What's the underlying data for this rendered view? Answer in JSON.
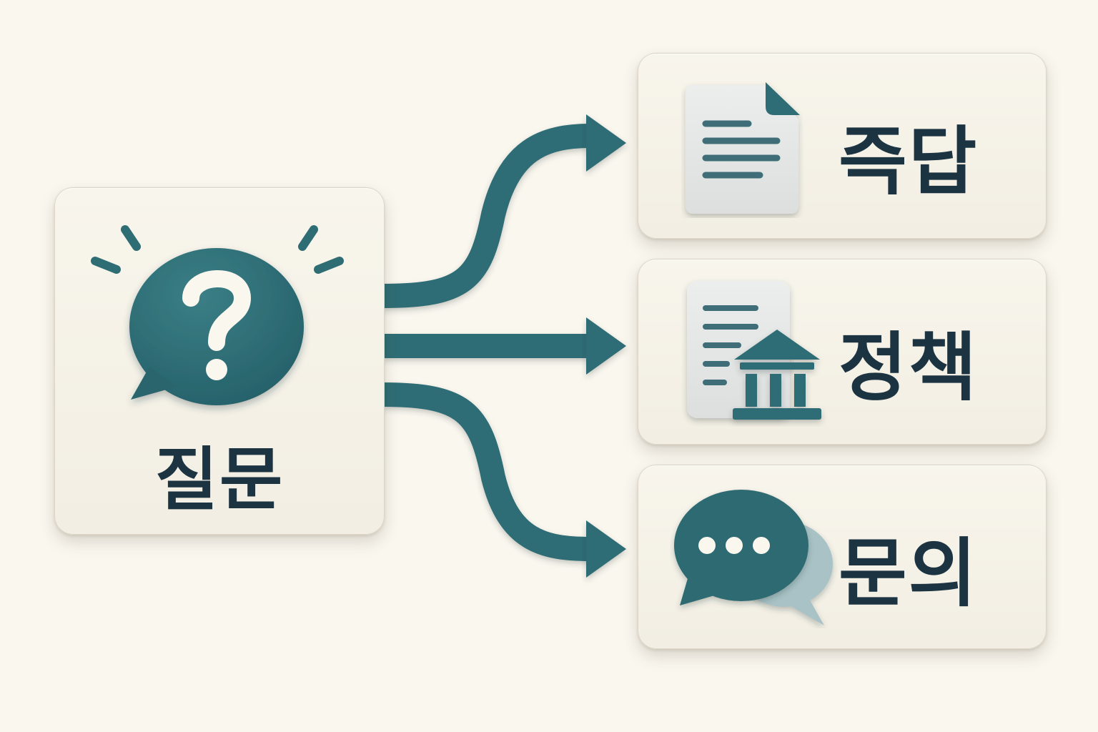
{
  "question": {
    "label": "질문",
    "icon": "question-speech-bubble-icon"
  },
  "options": [
    {
      "label": "즉답",
      "icon": "document-icon"
    },
    {
      "label": "정책",
      "icon": "policy-document-bank-icon"
    },
    {
      "label": "문의",
      "icon": "chat-bubbles-icon"
    }
  ],
  "colors": {
    "background": "#faf7ef",
    "card": "#f5f2e8",
    "accent": "#2d6b73",
    "text": "#1c3342",
    "paper": "#e8ebe9",
    "secondary_bubble": "#a9c2c5"
  }
}
